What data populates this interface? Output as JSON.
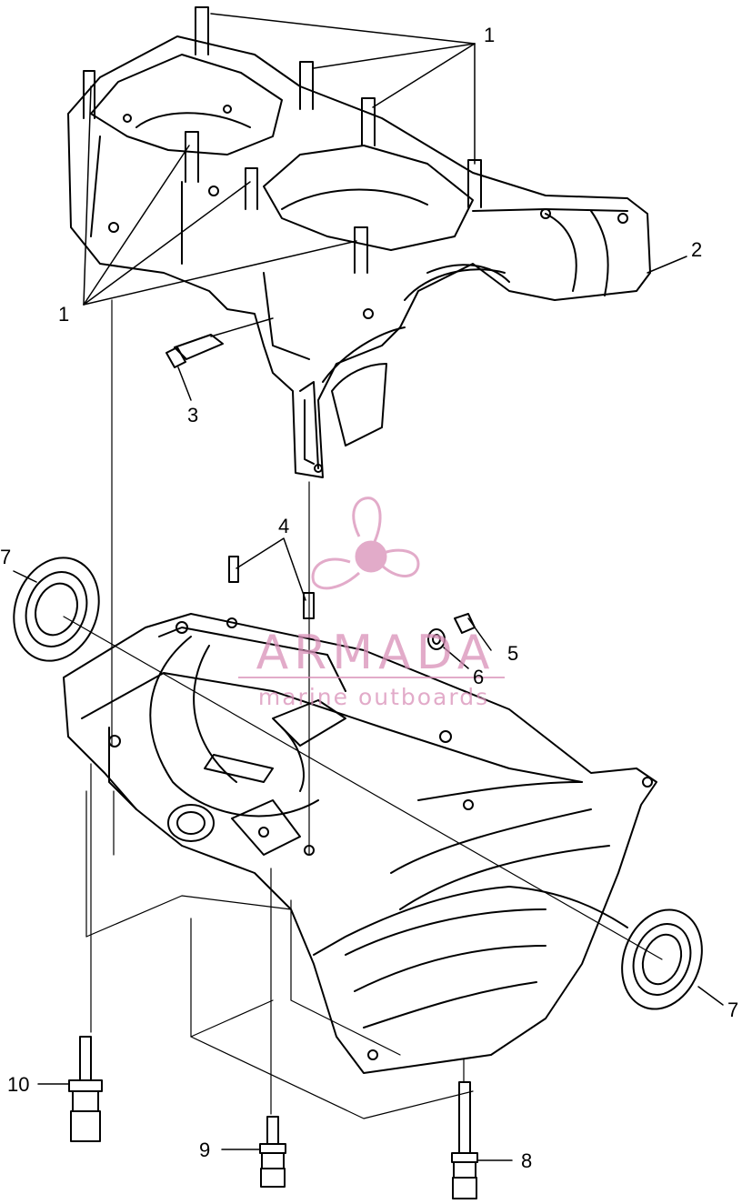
{
  "callouts": {
    "c1a": "1",
    "c1b": "1",
    "c2": "2",
    "c3": "3",
    "c4": "4",
    "c5": "5",
    "c6": "6",
    "c7a": "7",
    "c7b": "7",
    "c8": "8",
    "c9": "9",
    "c10": "10"
  },
  "watermark": {
    "title": "ARMADA",
    "subtitle": "marine outboards",
    "color": "#d98fb8"
  }
}
